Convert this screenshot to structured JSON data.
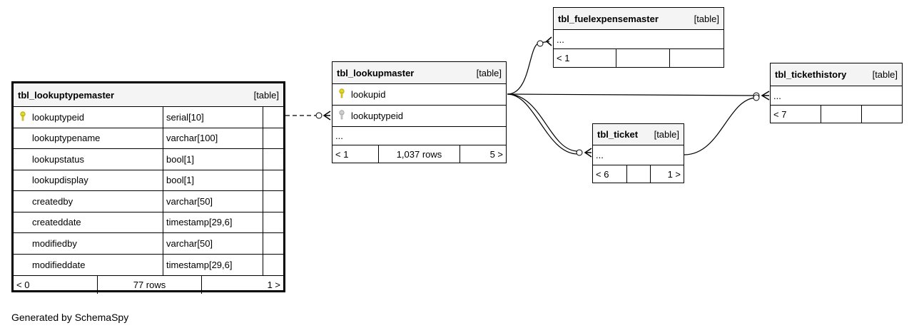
{
  "footer": "Generated by SchemaSpy",
  "type_label": "[table]",
  "tables": {
    "lookuptypemaster": {
      "name": "tbl_lookuptypemaster",
      "columns": [
        {
          "name": "lookuptypeid",
          "type": "serial[10]",
          "key": "primary"
        },
        {
          "name": "lookuptypename",
          "type": "varchar[100]"
        },
        {
          "name": "lookupstatus",
          "type": "bool[1]"
        },
        {
          "name": "lookupdisplay",
          "type": "bool[1]"
        },
        {
          "name": "createdby",
          "type": "varchar[50]"
        },
        {
          "name": "createddate",
          "type": "timestamp[29,6]"
        },
        {
          "name": "modifiedby",
          "type": "varchar[50]"
        },
        {
          "name": "modifieddate",
          "type": "timestamp[29,6]"
        }
      ],
      "footer": {
        "left": "< 0",
        "center": "77 rows",
        "right": "1 >"
      }
    },
    "lookupmaster": {
      "name": "tbl_lookupmaster",
      "columns": [
        {
          "name": "lookupid",
          "key": "primary"
        },
        {
          "name": "lookuptypeid",
          "key": "foreign"
        }
      ],
      "ellipsis": "...",
      "footer": {
        "left": "< 1",
        "center": "1,037 rows",
        "right": "5 >"
      }
    },
    "fuelexpensemaster": {
      "name": "tbl_fuelexpensemaster",
      "ellipsis": "...",
      "footer": {
        "left": "< 1",
        "center": "",
        "right": ""
      }
    },
    "tickethistory": {
      "name": "tbl_tickethistory",
      "ellipsis": "...",
      "footer": {
        "left": "< 7",
        "center": "",
        "right": ""
      }
    },
    "ticket": {
      "name": "tbl_ticket",
      "ellipsis": "...",
      "footer": {
        "left": "< 6",
        "center": "",
        "right": "1 >"
      }
    }
  },
  "colors": {
    "header_bg": "#f4f4f4",
    "primary_key": "#e8d81c",
    "foreign_key": "#b8b8b8"
  },
  "icons": {
    "primary_key": "key-icon",
    "foreign_key": "key-icon"
  }
}
